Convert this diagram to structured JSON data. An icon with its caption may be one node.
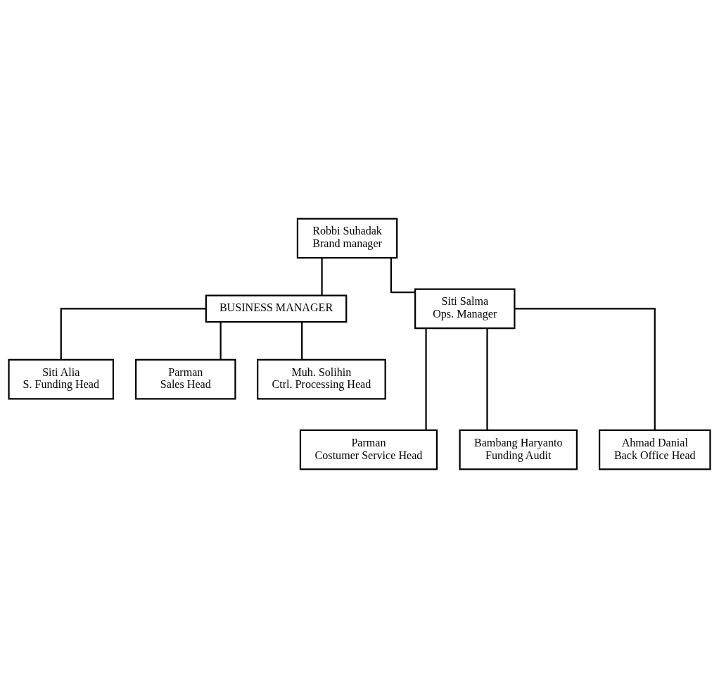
{
  "diagram": {
    "nodes": [
      {
        "text": [
          "Robbi Suhadak",
          "Brand manager"
        ]
      },
      {
        "text": [
          "BUSINESS MANAGER"
        ]
      },
      {
        "text": [
          "Siti Salma",
          "Ops. Manager"
        ]
      },
      {
        "text": [
          "Siti Alia",
          "S. Funding Head"
        ]
      },
      {
        "text": [
          "Parman",
          "Sales Head"
        ]
      },
      {
        "text": [
          "Muh. Solihin",
          "Ctrl. Processing Head"
        ]
      },
      {
        "text": [
          "Parman",
          "Costumer Service Head"
        ]
      },
      {
        "text": [
          "Bambang Haryanto",
          "Funding Audit"
        ]
      },
      {
        "text": [
          "Ahmad Danial",
          "Back Office Head"
        ]
      }
    ],
    "edges": [
      {
        "from": 0,
        "to": 1,
        "arrow": "none"
      },
      {
        "from": 0,
        "to": 2,
        "arrow": "none"
      },
      {
        "from": 1,
        "to": 3,
        "arrow": "none"
      },
      {
        "from": 1,
        "to": 4,
        "arrow": "none"
      },
      {
        "from": 1,
        "to": 5,
        "arrow": "none"
      },
      {
        "from": 2,
        "to": 6,
        "arrow": "none"
      },
      {
        "from": 2,
        "to": 7,
        "arrow": "none"
      },
      {
        "from": 2,
        "to": 8,
        "arrow": "none"
      }
    ]
  }
}
